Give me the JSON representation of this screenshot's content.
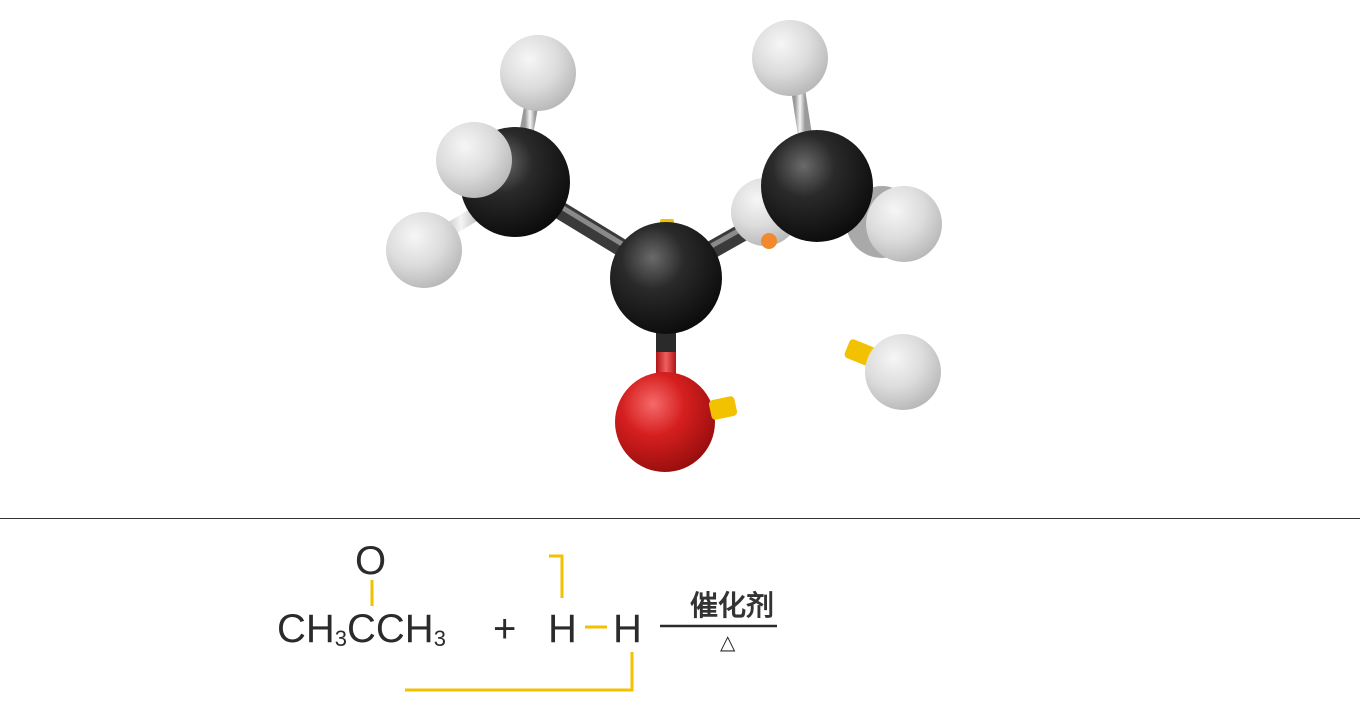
{
  "molecule_view": {
    "atoms": [
      {
        "element": "C"
      },
      {
        "element": "C"
      },
      {
        "element": "C"
      },
      {
        "element": "O"
      },
      {
        "element": "H"
      },
      {
        "element": "H"
      },
      {
        "element": "H"
      },
      {
        "element": "H"
      },
      {
        "element": "H"
      },
      {
        "element": "H"
      },
      {
        "element": "H"
      }
    ],
    "colors": {
      "carbon": "#1f1f1f",
      "oxygen": "#d41c1c",
      "hydrogen": "#d9d9d9",
      "bond_highlight": "#f2c200",
      "marker": "#f08a2c"
    }
  },
  "equation": {
    "reactant1": {
      "top_atom": "O",
      "left": "CH",
      "left_sub": "3",
      "center": "CCH",
      "right_sub": "3"
    },
    "plus": "+",
    "reactant2": {
      "h1": "H",
      "h2": "H"
    },
    "catalyst": "催化剂",
    "condition": "△",
    "colors": {
      "text": "#2b2b2b",
      "highlight": "#f2c200"
    }
  }
}
